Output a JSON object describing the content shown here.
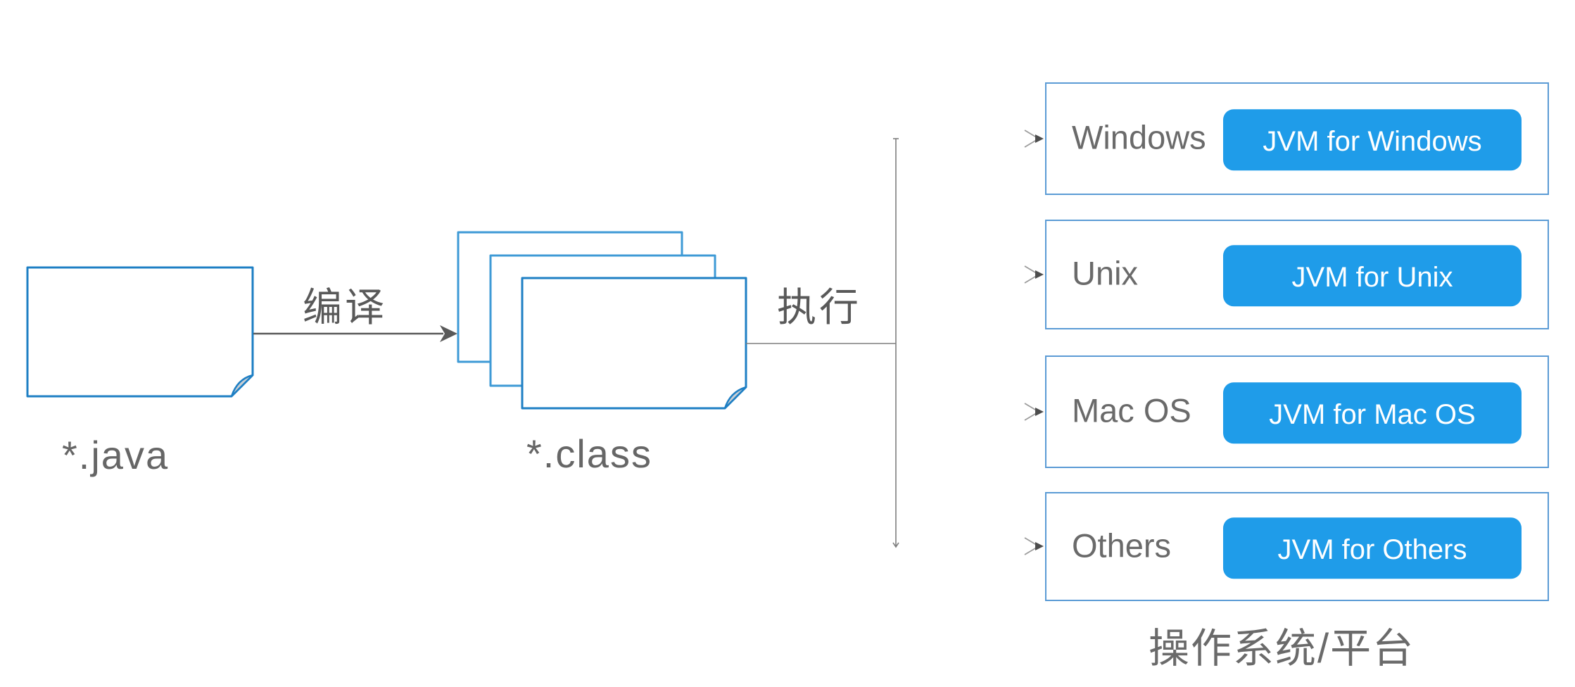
{
  "diagram": {
    "source_file_label": "*.java",
    "class_file_label": "*.class",
    "compile_label": "编译",
    "execute_label": "执行",
    "platforms_caption": "操作系统/平台",
    "os_boxes": [
      {
        "label": "Windows",
        "button": "JVM for Windows"
      },
      {
        "label": "Unix",
        "button": "JVM for Unix"
      },
      {
        "label": "Mac OS",
        "button": "JVM for Mac OS"
      },
      {
        "label": "Others",
        "button": "JVM for Others"
      }
    ]
  },
  "colors": {
    "doc_border": "#1E7FC4",
    "doc_border_light": "#3E9AD6",
    "box_border": "#5B9BD5",
    "button_fill": "#1F9CE9",
    "button_text": "#FFFFFF",
    "label_gray": "#666666",
    "cjk_gray": "#595959",
    "line_gray": "#7F7F7F",
    "fold_fill": "#C9CFD4"
  }
}
